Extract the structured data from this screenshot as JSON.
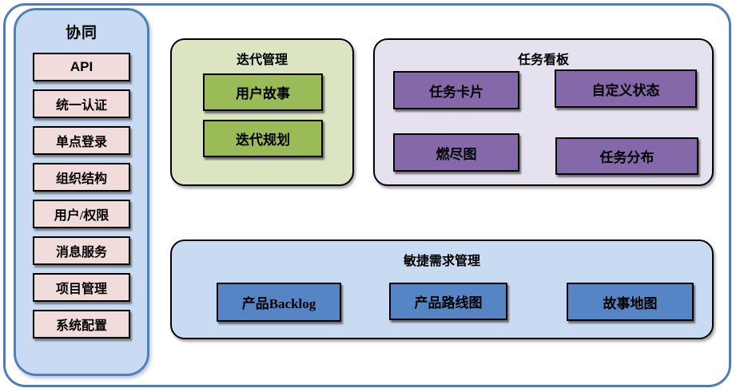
{
  "sidebar": {
    "title": "协同",
    "items": [
      "API",
      "统一认证",
      "单点登录",
      "组织结构",
      "用户/权限",
      "消息服务",
      "项目管理",
      "系统配置"
    ]
  },
  "groups": {
    "iteration": {
      "title": "迭代管理",
      "items": [
        "用户故事",
        "迭代规划"
      ]
    },
    "kanban": {
      "title": "任务看板",
      "items": [
        "任务卡片",
        "自定义状态",
        "燃尽图",
        "任务分布"
      ]
    },
    "agile": {
      "title": "敏捷需求管理",
      "items": [
        "产品Backlog",
        "产品路线图",
        "故事地图"
      ]
    }
  },
  "colors": {
    "outer_border": "#4a7ebb",
    "sidebar_fill": "#c9dbf2",
    "sidebar_border": "#4f81bd",
    "sidebar_item_fill": "#f2dcdb",
    "iteration_group_fill": "#dbe5c1",
    "iteration_item_fill": "#9bbb59",
    "kanban_group_fill": "#e6e1ee",
    "kanban_item_fill": "#8568a9",
    "agile_group_fill": "#c9dbf2",
    "agile_item_fill": "#5585c4",
    "block_border": "#000000",
    "text": "#000000"
  }
}
